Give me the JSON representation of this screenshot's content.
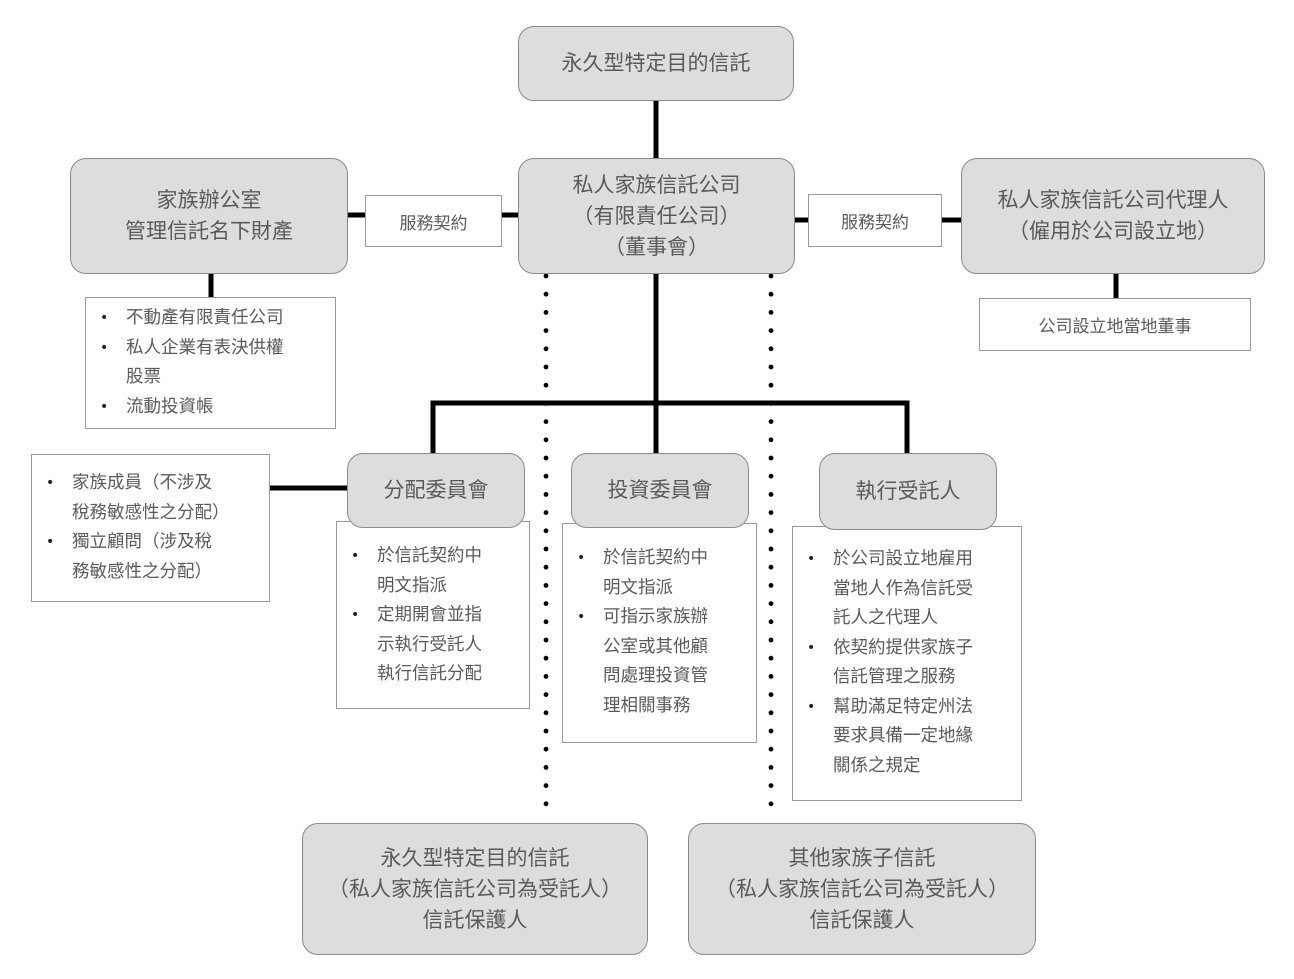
{
  "diagram": {
    "top_trust": [
      "永久型特定目的信託"
    ],
    "ptc": [
      "私人家族信託公司",
      "（有限責任公司）",
      "（董事會）"
    ],
    "family_office": [
      "家族辦公室",
      "管理信託名下財產"
    ],
    "service_contract_left": "服務契約",
    "service_contract_right": "服務契約",
    "ptc_agent": [
      "私人家族信託公司代理人",
      "（僱用於公司設立地）"
    ],
    "local_director": "公司設立地當地董事",
    "family_office_assets": [
      [
        "不動產有限責任公司"
      ],
      [
        "私人企業有表決供權",
        "股票"
      ],
      [
        "流動投資帳"
      ]
    ],
    "distribution_committee": [
      "分配委員會"
    ],
    "distribution_members": [
      [
        "家族成員（不涉及",
        "稅務敏感性之分配）"
      ],
      [
        "獨立顧問（涉及稅",
        "務敏感性之分配）"
      ]
    ],
    "distribution_duties": [
      [
        "於信託契約中",
        "明文指派"
      ],
      [
        "定期開會並指",
        "示執行受託人",
        "執行信託分配"
      ]
    ],
    "investment_committee": [
      "投資委員會"
    ],
    "investment_duties": [
      [
        "於信託契約中",
        "明文指派"
      ],
      [
        "可指示家族辦",
        "公室或其他顧",
        "問處理投資管",
        "理相關事務"
      ]
    ],
    "executive_trustee": [
      "執行受託人"
    ],
    "executive_duties": [
      [
        "於公司設立地雇用",
        "當地人作為信託受",
        "託人之代理人"
      ],
      [
        "依契約提供家族子",
        "信託管理之服務"
      ],
      [
        "幫助滿足特定州法",
        "要求具備一定地緣",
        "關係之規定"
      ]
    ],
    "bottom_left_trust": [
      "永久型特定目的信託",
      "（私人家族信託公司為受託人）",
      "信託保護人"
    ],
    "bottom_right_trust": [
      "其他家族子信託",
      "（私人家族信託公司為受託人）",
      "信託保護人"
    ]
  },
  "colors": {
    "node_fill": "#dddddd",
    "node_border": "#8a8a8a",
    "connector": "#000000",
    "text": "#5a5a5a"
  }
}
